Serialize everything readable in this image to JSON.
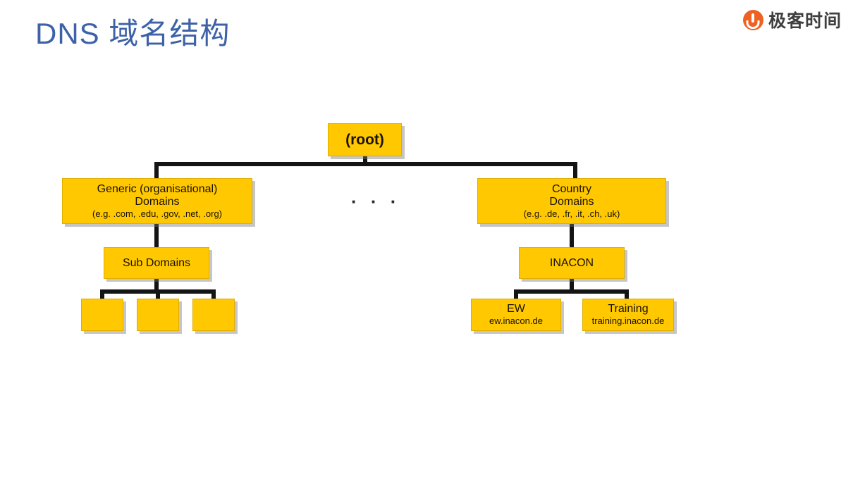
{
  "slide": {
    "title": "DNS 域名结构",
    "title_color": "#3d62a8",
    "background": "#ffffff"
  },
  "brand": {
    "name": "极客时间",
    "icon": "geektime-logo-icon",
    "accent_color": "#ef6123",
    "text_color": "#3f3f3f"
  },
  "diagram": {
    "type": "tree",
    "node_fill": "#FFC800",
    "edge_color": "#141414",
    "ellipsis": "· · ·",
    "nodes": {
      "root": {
        "label": "(root)"
      },
      "generic": {
        "line1": "Generic (organisational)",
        "line2": "Domains",
        "sub": "(e.g. .com, .edu, .gov, .net, .org)"
      },
      "country": {
        "line1": "Country",
        "line2": "Domains",
        "sub": "(e.g. .de, .fr, .it, .ch, .uk)"
      },
      "subdomains": {
        "label": "Sub Domains"
      },
      "inacon": {
        "label": "INACON"
      },
      "ew": {
        "label": "EW",
        "sub": "ew.inacon.de"
      },
      "training": {
        "label": "Training",
        "sub": "training.inacon.de"
      },
      "leaf1": {
        "label": ""
      },
      "leaf2": {
        "label": ""
      },
      "leaf3": {
        "label": ""
      }
    }
  }
}
